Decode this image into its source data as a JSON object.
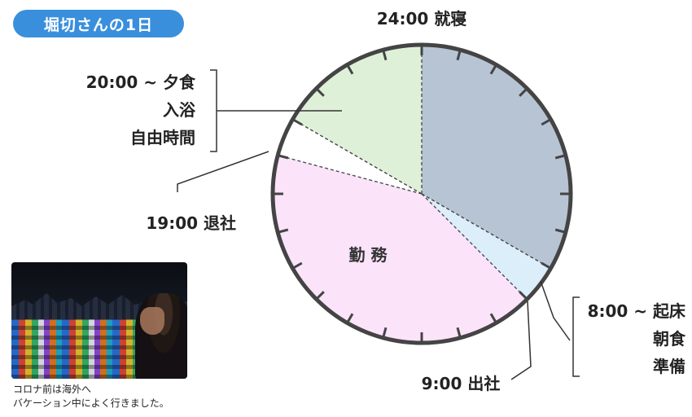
{
  "title": "堀切さんの1日",
  "chart_data": {
    "type": "pie",
    "title": "堀切さんの1日",
    "clock_hours": 24,
    "segments": [
      {
        "start": 0,
        "end": 8,
        "label": "就寝",
        "color": "#b7c4d3"
      },
      {
        "start": 8,
        "end": 9,
        "label": "起床 朝食 準備",
        "color": "#dbeefa"
      },
      {
        "start": 9,
        "end": 19,
        "label": "勤務",
        "color": "#fbe3fa"
      },
      {
        "start": 19,
        "end": 20,
        "label": "",
        "color": "#ffffff"
      },
      {
        "start": 20,
        "end": 24,
        "label": "夕食 入浴 自由時間",
        "color": "#dff0d9"
      }
    ]
  },
  "labels": {
    "sleep": "24:00 就寝",
    "wake_time": "8:00 ~ 起床",
    "wake_2": "朝食",
    "wake_3": "準備",
    "work_start": "9:00 出社",
    "work": "勤 務",
    "work_end": "19:00 退社",
    "evening_time": "20:00 ~ 夕食",
    "evening_2": "入浴",
    "evening_3": "自由時間"
  },
  "photo": {
    "caption_line1": "コロナ前は海外へ",
    "caption_line2": "バケーション中によく行きました。"
  },
  "colors": {
    "badge": "#3a8fdc",
    "rim": "#444444"
  }
}
